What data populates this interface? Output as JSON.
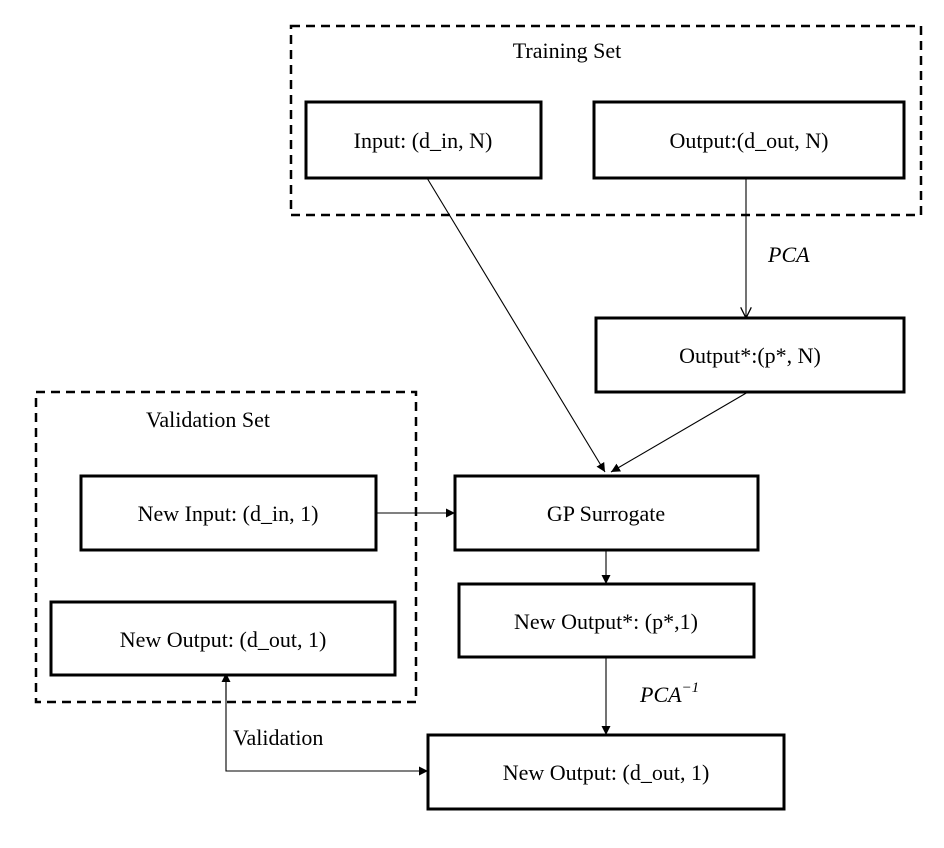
{
  "groups": {
    "training": {
      "title": "Training Set"
    },
    "validation": {
      "title": "Validation Set"
    }
  },
  "nodes": {
    "input": "Input: (d_in, N)",
    "output": "Output:(d_out, N)",
    "output_star": "Output*:(p*, N)",
    "new_input": "New Input: (d_in, 1)",
    "gp": "GP Surrogate",
    "new_output_star": "New Output*: (p*,1)",
    "new_output_val": "New Output: (d_out, 1)",
    "new_output_final": "New Output: (d_out, 1)"
  },
  "edges": {
    "pca": "PCA",
    "pca_inv": {
      "base": "PCA",
      "exponent": "−1"
    },
    "validation": "Validation"
  },
  "colors": {
    "stroke": "#000000",
    "background": "#ffffff"
  }
}
